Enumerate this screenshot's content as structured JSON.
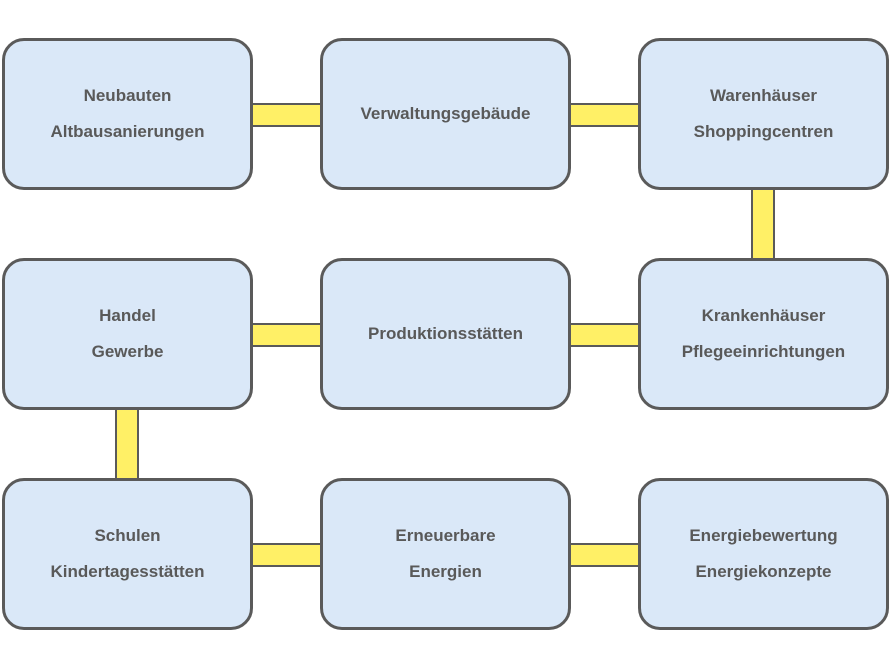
{
  "diagram": {
    "nodes": [
      {
        "id": "neubauten",
        "lines": [
          "Neubauten",
          "Altbausanierungen"
        ]
      },
      {
        "id": "verwaltung",
        "lines": [
          "Verwaltungsgebäude"
        ]
      },
      {
        "id": "warenhaeuser",
        "lines": [
          "Warenhäuser",
          "Shoppingcentren"
        ]
      },
      {
        "id": "handel",
        "lines": [
          "Handel",
          "Gewerbe"
        ]
      },
      {
        "id": "produktion",
        "lines": [
          "Produktionsstätten"
        ]
      },
      {
        "id": "krankenhaeuser",
        "lines": [
          "Krankenhäuser",
          "Pflegeeinrichtungen"
        ]
      },
      {
        "id": "schulen",
        "lines": [
          "Schulen",
          "Kindertagesstätten"
        ]
      },
      {
        "id": "erneuerbare",
        "lines": [
          "Erneuerbare",
          "Energien"
        ]
      },
      {
        "id": "energiebewertung",
        "lines": [
          "Energiebewertung",
          "Energiekonzepte"
        ]
      }
    ],
    "edges": [
      [
        "neubauten",
        "verwaltung"
      ],
      [
        "verwaltung",
        "warenhaeuser"
      ],
      [
        "warenhaeuser",
        "krankenhaeuser"
      ],
      [
        "krankenhaeuser",
        "produktion"
      ],
      [
        "produktion",
        "handel"
      ],
      [
        "handel",
        "schulen"
      ],
      [
        "schulen",
        "erneuerbare"
      ],
      [
        "erneuerbare",
        "energiebewertung"
      ]
    ],
    "colors": {
      "node_fill": "#dae8f8",
      "node_border": "#5a5a5a",
      "text": "#595959",
      "connector": "#fff066"
    }
  }
}
